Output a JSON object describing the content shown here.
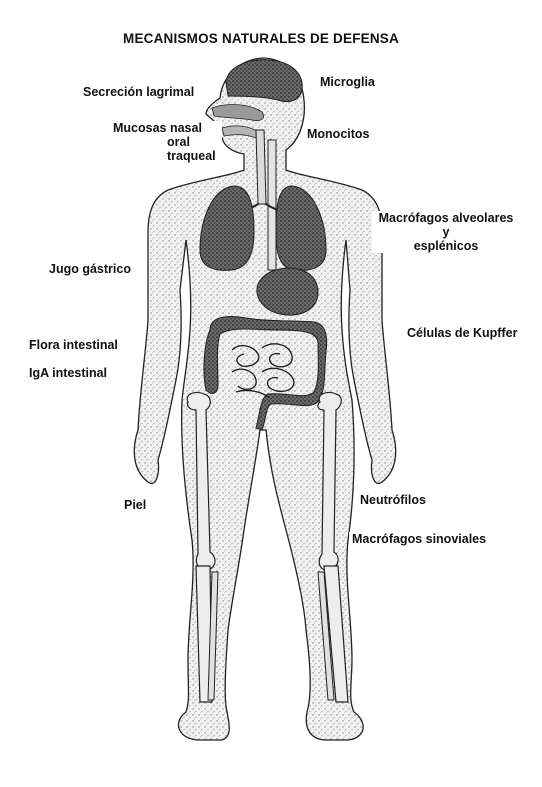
{
  "title": "MECANISMOS NATURALES DE DEFENSA",
  "labels": {
    "secrecion_lagrimal": "Secreción lagrimal",
    "microglia": "Microglia",
    "mucosas_1": "Mucosas nasal",
    "mucosas_2": "oral",
    "mucosas_3": "traqueal",
    "monocitos": "Monocitos",
    "macrofagos_1": "Macrófagos alveolares",
    "macrofagos_2": "y",
    "macrofagos_3": "esplénicos",
    "jugo_gastrico": "Jugo gástrico",
    "celulas_kupffer": "Células de Kupffer",
    "flora_intestinal": "Flora intestinal",
    "iga_intestinal": "IgA intestinal",
    "piel": "Piel",
    "neutrofilos": "Neutrófilos",
    "macrofagos_sinoviales": "Macrófagos sinoviales"
  },
  "colors": {
    "paper": "#ffffff",
    "ink": "#111111",
    "stipple": "#c9c9c9",
    "organ": "#555555"
  }
}
